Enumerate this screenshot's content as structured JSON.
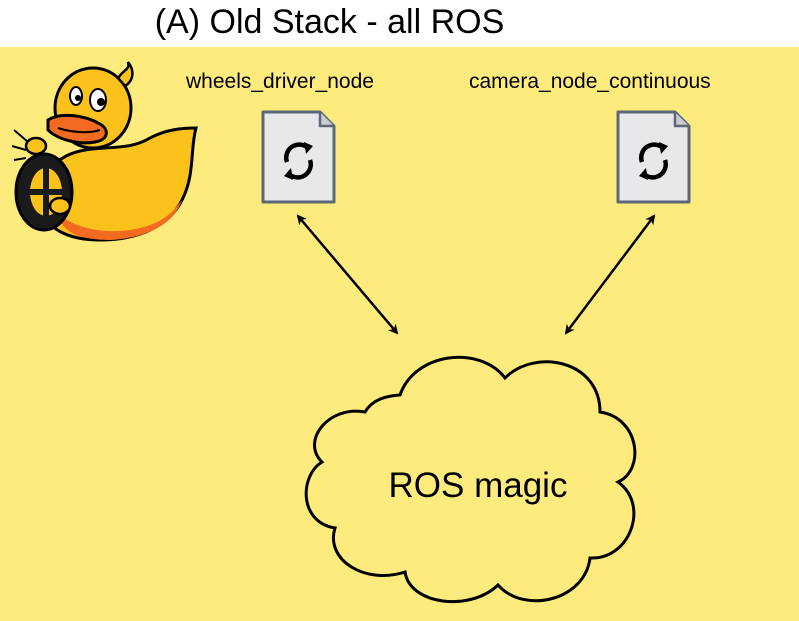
{
  "title": "(A) Old Stack - all ROS",
  "nodes": [
    {
      "label": "wheels_driver_node",
      "icon": "refresh-document-icon"
    },
    {
      "label": "camera_node_continuous",
      "icon": "refresh-document-icon"
    }
  ],
  "cloud": {
    "label": "ROS magic"
  },
  "mascot": {
    "icon": "duckie-driver-icon"
  },
  "colors": {
    "panel_background": "#fdec7d",
    "cloud_fill": "#fdec7d",
    "doc_fill": "#e8e8ea",
    "doc_stroke": "#5d6778",
    "duck_body": "#fbc21c",
    "duck_beak": "#f26b21"
  }
}
